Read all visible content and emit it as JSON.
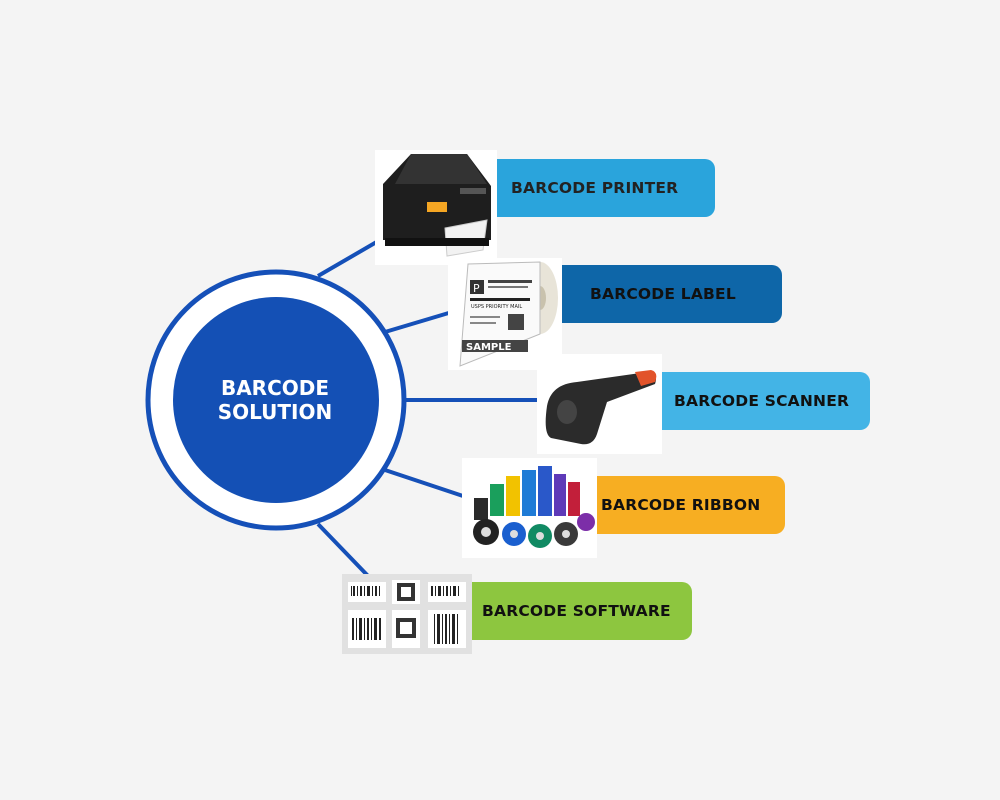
{
  "center": {
    "text": "BARCODE\nSOLUTION"
  },
  "colors": {
    "ring": "#1550b8",
    "center_fill": "#1450b5",
    "background": "#f4f4f4",
    "printer": "#2aa4dc",
    "label": "#0e66a8",
    "scanner": "#43b4e6",
    "ribbon": "#f7ae22",
    "software": "#8dc63f"
  },
  "items": [
    {
      "key": "printer",
      "label": "BARCODE PRINTER",
      "image": "barcode-printer"
    },
    {
      "key": "label",
      "label": "BARCODE LABEL",
      "image": "label-roll"
    },
    {
      "key": "scanner",
      "label": "BARCODE SCANNER",
      "image": "handheld-scanner"
    },
    {
      "key": "ribbon",
      "label": "BARCODE RIBBON",
      "image": "ribbon-rolls"
    },
    {
      "key": "software",
      "label": "BARCODE SOFTWARE",
      "image": "barcode-labels-sheet"
    }
  ],
  "thumb_texts": {
    "label_sample": "SAMPLE",
    "label_p": "P",
    "label_priority": "USPS PRIORITY MAIL"
  }
}
